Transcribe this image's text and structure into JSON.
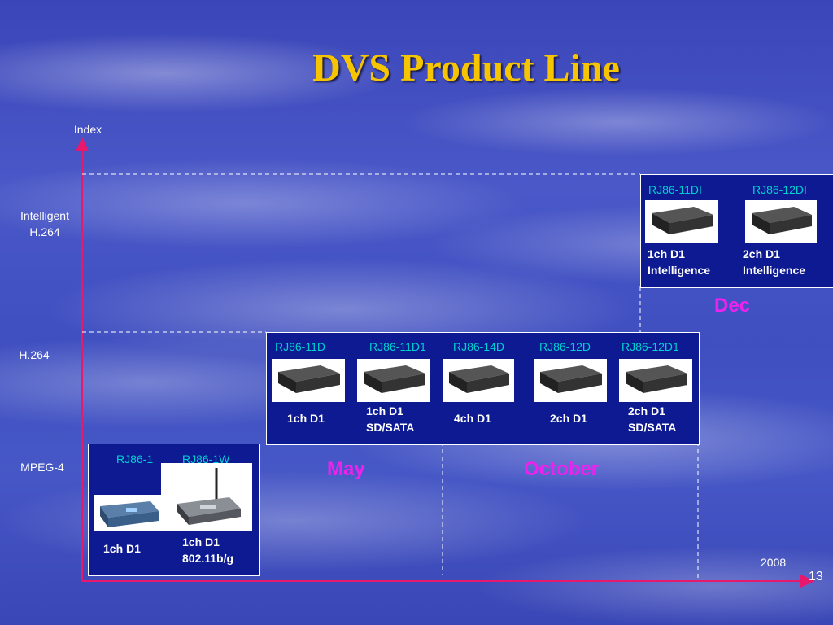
{
  "title": "DVS Product Line",
  "axis": {
    "y_label": "Index",
    "levels": [
      "Intelligent H.264",
      "H.264",
      "MPEG-4"
    ],
    "year": "2008"
  },
  "page_number": "13",
  "months": [
    "May",
    "October",
    "Dec"
  ],
  "groups": {
    "mpeg4": {
      "models": [
        "RJ86-1",
        "RJ86-1W"
      ],
      "descriptions": [
        "1ch D1",
        "1ch D1\n802.11b/g"
      ]
    },
    "h264": {
      "models": [
        "RJ86-11D",
        "RJ86-11D1",
        "RJ86-14D",
        "RJ86-12D",
        "RJ86-12D1"
      ],
      "descriptions": [
        "1ch D1",
        "1ch D1\nSD/SATA",
        "4ch D1",
        "2ch D1",
        "2ch D1\nSD/SATA"
      ]
    },
    "intelligent": {
      "models": [
        "RJ86-11DI",
        "RJ86-12DI"
      ],
      "descriptions": [
        "1ch D1\nIntelligence",
        "2ch D1\nIntelligence"
      ]
    }
  },
  "colors": {
    "title": "#f6c400",
    "axis": "#e8186c",
    "box": "#0d1a92",
    "model_text": "#00d0d0",
    "month_text": "#ee22ee"
  }
}
